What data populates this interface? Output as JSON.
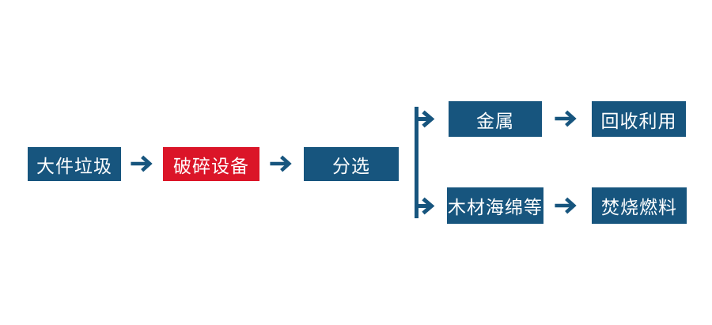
{
  "diagram": {
    "type": "flowchart",
    "direction": "left-to-right",
    "nodes": {
      "bulky_waste": {
        "label": "大件垃圾",
        "color": "blue"
      },
      "crushing_equipment": {
        "label": "破碎设备",
        "color": "red"
      },
      "sorting": {
        "label": "分选",
        "color": "blue"
      },
      "metal": {
        "label": "金属",
        "color": "blue"
      },
      "recycling": {
        "label": "回收利用",
        "color": "blue"
      },
      "wood_sponge": {
        "label": "木材海绵等",
        "color": "blue"
      },
      "incineration_fuel": {
        "label": "焚烧燃料",
        "color": "blue"
      }
    },
    "edges": [
      {
        "from": "bulky_waste",
        "to": "crushing_equipment"
      },
      {
        "from": "crushing_equipment",
        "to": "sorting"
      },
      {
        "from": "sorting",
        "to": "metal"
      },
      {
        "from": "sorting",
        "to": "wood_sponge"
      },
      {
        "from": "metal",
        "to": "recycling"
      },
      {
        "from": "wood_sponge",
        "to": "incineration_fuel"
      }
    ]
  },
  "colors": {
    "primary_blue": "#17557E",
    "accent_red": "#DB1528",
    "background": "#FFFFFF",
    "text": "#FFFFFF"
  }
}
